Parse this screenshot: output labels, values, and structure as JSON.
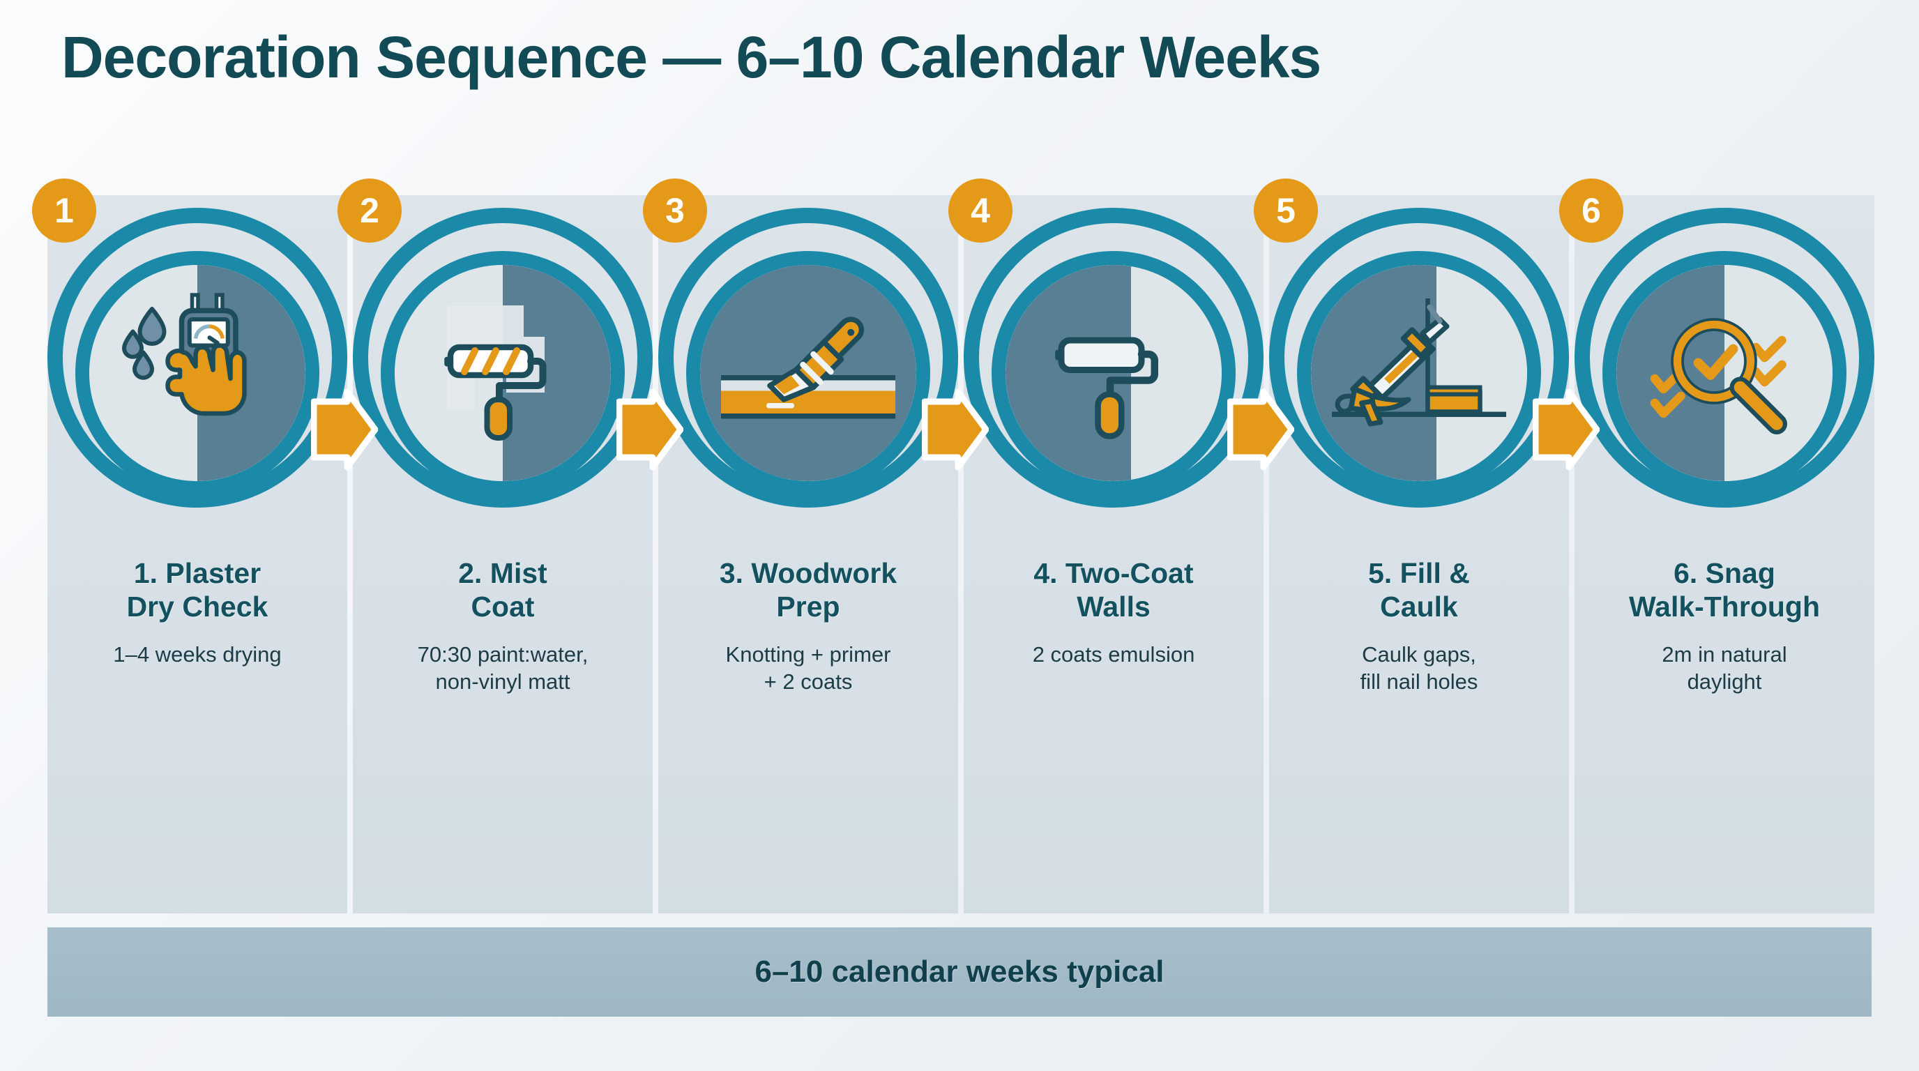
{
  "header": {
    "title": "Decoration Sequence — 6–10 Calendar Weeks"
  },
  "colors": {
    "teal": "#1b8aa8",
    "orange": "#e49a18",
    "dark_teal_text": "#13515f",
    "card_bg": "#d6dfe5",
    "slate": "#597f94",
    "footer_bg": "#a2bac7",
    "page_bg": "#f2f6f9"
  },
  "steps": [
    {
      "number": "1",
      "title": "1. Plaster\nDry Check",
      "desc": "1–4 weeks drying",
      "icon": "moisture-meter-in-hand-icon"
    },
    {
      "number": "2",
      "title": "2. Mist\nCoat",
      "desc": "70:30 paint:water,\nnon-vinyl matt",
      "icon": "paint-roller-striped-icon"
    },
    {
      "number": "3",
      "title": "3. Woodwork\nPrep",
      "desc": "Knotting + primer\n+ 2 coats",
      "icon": "paintbrush-on-trim-icon"
    },
    {
      "number": "4",
      "title": "4. Two-Coat\nWalls",
      "desc": "2 coats emulsion",
      "icon": "paint-roller-icon"
    },
    {
      "number": "5",
      "title": "5. Fill &\nCaulk",
      "desc": "Caulk gaps,\nfill nail holes",
      "icon": "caulk-gun-icon"
    },
    {
      "number": "6",
      "title": "6. Snag\nWalk-Through",
      "desc": "2m in natural\ndaylight",
      "icon": "magnifier-checklist-icon"
    }
  ],
  "connectors": {
    "count": 5,
    "shape": "right-chevron-arrow"
  },
  "footer": {
    "text": "6–10 calendar weeks typical"
  }
}
